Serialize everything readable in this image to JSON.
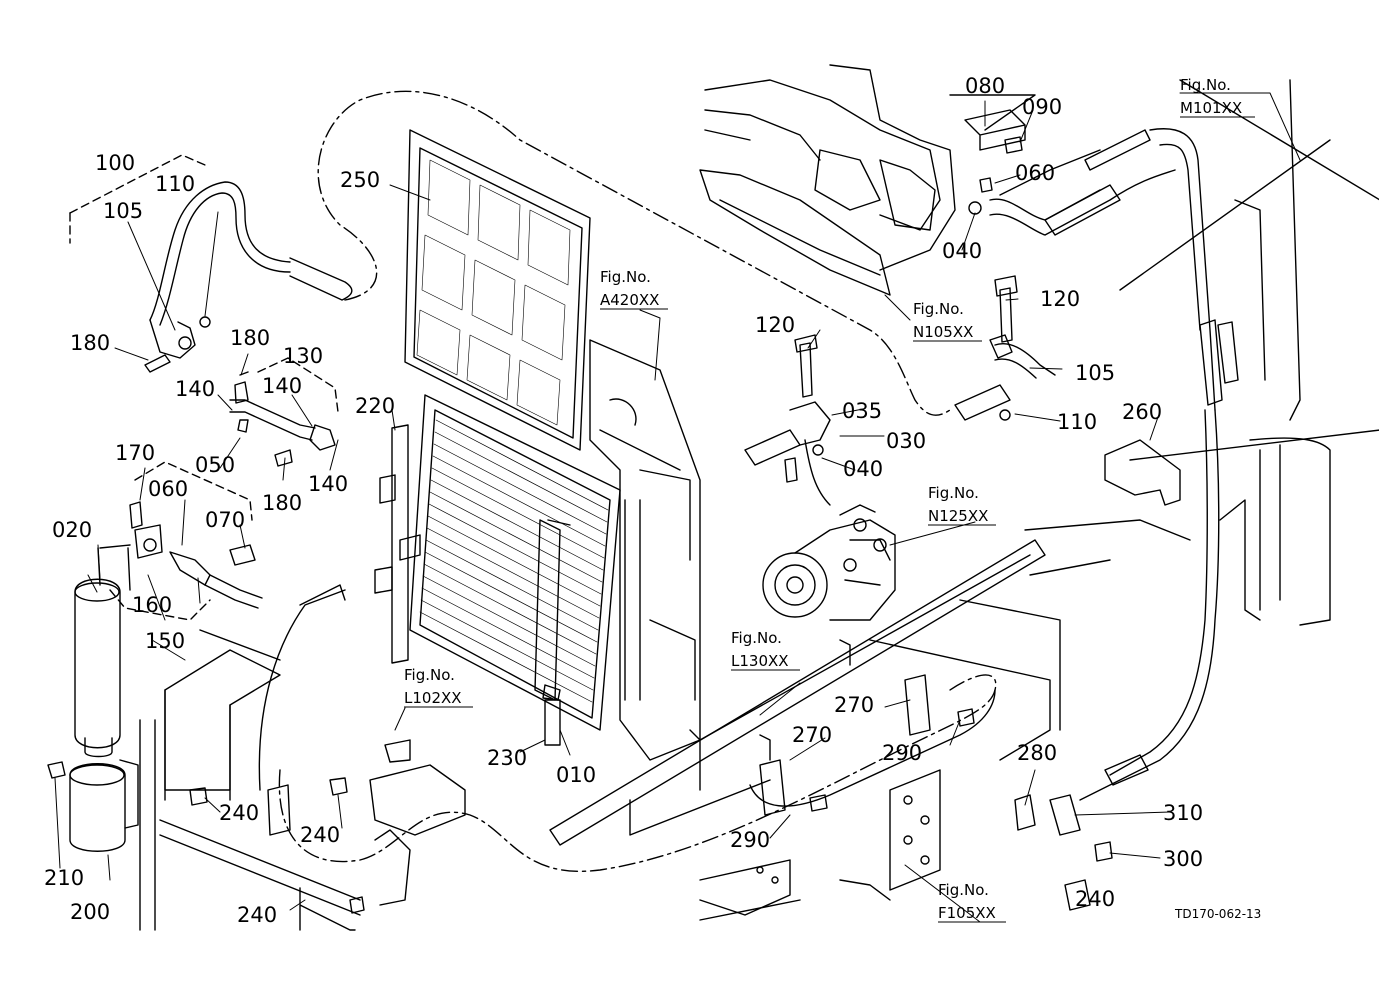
{
  "diagram": {
    "drawing_code": "TD170-062-13",
    "part_numbers": [
      "010",
      "020",
      "030",
      "035",
      "040",
      "040",
      "050",
      "060",
      "060",
      "070",
      "080",
      "090",
      "100",
      "105",
      "105",
      "110",
      "110",
      "120",
      "120",
      "130",
      "140",
      "140",
      "140",
      "150",
      "160",
      "170",
      "180",
      "180",
      "180",
      "200",
      "210",
      "220",
      "230",
      "240",
      "240",
      "240",
      "240",
      "250",
      "260",
      "270",
      "270",
      "280",
      "290",
      "290",
      "300",
      "310"
    ],
    "figure_refs": [
      {
        "label": "Fig.No.",
        "code": "M101XX"
      },
      {
        "label": "Fig.No.",
        "code": "A420XX"
      },
      {
        "label": "Fig.No.",
        "code": "N105XX"
      },
      {
        "label": "Fig.No.",
        "code": "N125XX"
      },
      {
        "label": "Fig.No.",
        "code": "L130XX"
      },
      {
        "label": "Fig.No.",
        "code": "L102XX"
      },
      {
        "label": "Fig.No.",
        "code": "F105XX"
      }
    ]
  }
}
